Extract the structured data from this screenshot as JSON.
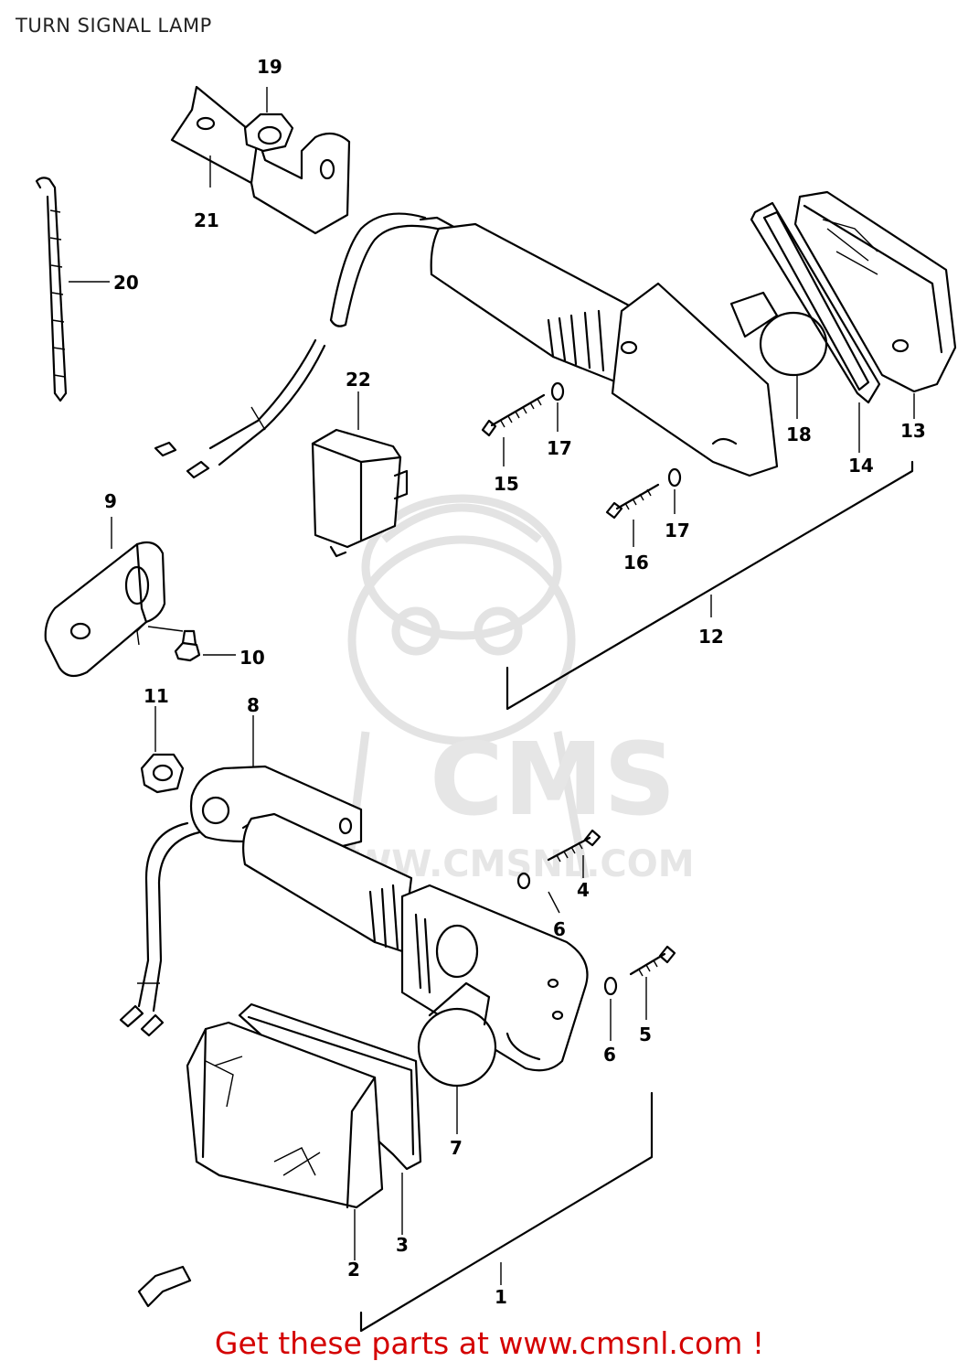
{
  "title": "TURN SIGNAL LAMP",
  "footer": "Get these parts at www.cmsnl.com !",
  "watermark": {
    "brand": "CMS",
    "url": "WWW.CMSNL.COM"
  },
  "callouts": {
    "c1": "1",
    "c2": "2",
    "c3": "3",
    "c4": "4",
    "c5": "5",
    "c6a": "6",
    "c6b": "6",
    "c7": "7",
    "c8": "8",
    "c9": "9",
    "c10": "10",
    "c11": "11",
    "c12": "12",
    "c13": "13",
    "c14": "14",
    "c15": "15",
    "c16": "16",
    "c17a": "17",
    "c17b": "17",
    "c18": "18",
    "c19": "19",
    "c20": "20",
    "c21": "21",
    "c22": "22"
  },
  "colors": {
    "footer": "#d40000",
    "line": "#000000",
    "watermark": "#e6e6e6"
  }
}
